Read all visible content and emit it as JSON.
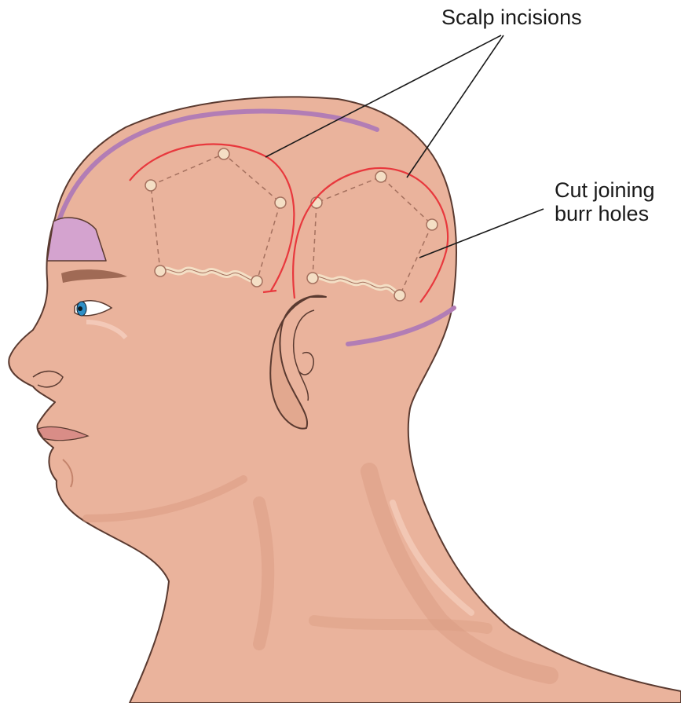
{
  "labels": {
    "scalp_incisions": "Scalp incisions",
    "cut_joining_line1": "Cut joining",
    "cut_joining_line2": "burr holes"
  },
  "colors": {
    "skin": "#eab39c",
    "skin_shadow": "#d99a80",
    "skin_outline": "#5a3a30",
    "incision": "#e8383d",
    "sagittal_band": "#b27db5",
    "drape_patch": "#d4a3cf",
    "burr_hole": "#f4dfc5",
    "dashed_guide": "#a4705e",
    "eyebrow": "#a06a55",
    "iris": "#2e8fc6",
    "lips": "#d98d87",
    "label_text": "#1a1a1a",
    "leader_line": "#1a1a1a"
  },
  "icons": {
    "head": "head-profile-icon",
    "ear": "ear-icon",
    "eye": "eye-icon"
  }
}
